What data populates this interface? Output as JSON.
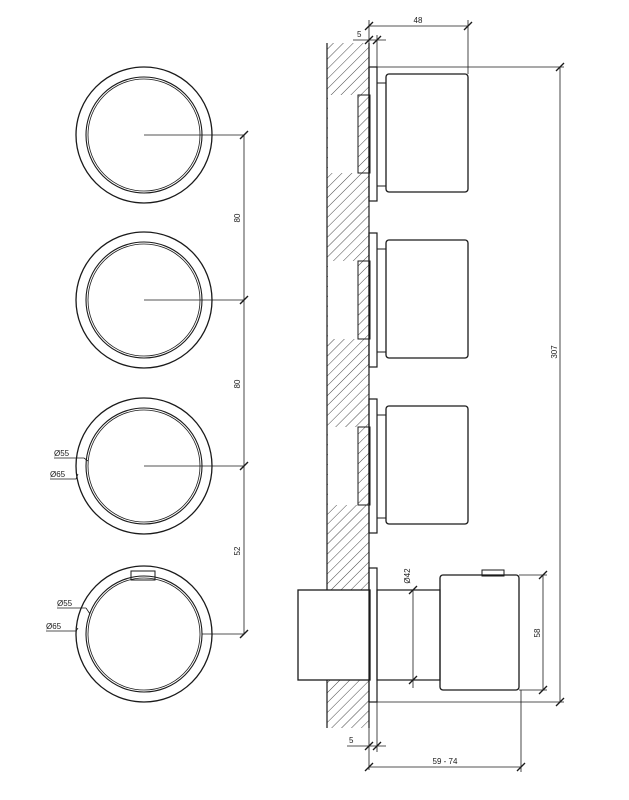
{
  "front_view": {
    "dims_vertical": [
      "80",
      "80",
      "52"
    ],
    "diameters": {
      "knob_3": [
        "Ø55",
        "Ø65"
      ],
      "knob_4": [
        "Ø55",
        "Ø65"
      ]
    }
  },
  "side_view": {
    "top_width": "48",
    "top_wall": "5",
    "total_height": "307",
    "stem_diameter": "Ø42",
    "bottom_height": "58",
    "bottom_wall": "5",
    "depth_range": "59 - 74"
  },
  "colors": {
    "line": "#1a1a1a",
    "background": "#ffffff"
  }
}
